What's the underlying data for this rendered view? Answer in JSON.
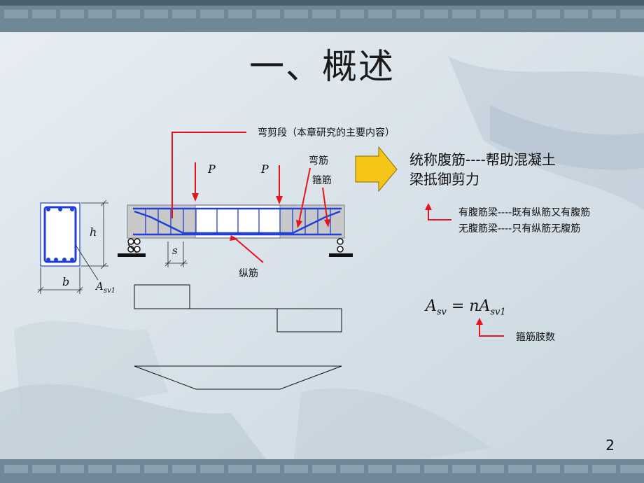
{
  "title": "一、概述",
  "labels": {
    "shear_segment": "弯剪段（本章研究的主要内容）",
    "bent_bar": "弯筋",
    "stirrup": "箍筋",
    "longitudinal_bar": "纵筋",
    "load_p": "P",
    "height": "h",
    "width": "b",
    "spacing": "s",
    "asv1": "A",
    "asv1_sub": "sv1"
  },
  "main_note": {
    "line1": "统称腹筋----帮助混凝土",
    "line2": "梁抵御剪力"
  },
  "side_notes": {
    "with_web": "有腹筋梁----既有纵筋又有腹筋",
    "without_web": "无腹筋梁----只有纵筋无腹筋"
  },
  "formula": {
    "lhs": "A",
    "lhs_sub": "sv",
    "eq": " = nA",
    "rhs_sub": "sv1"
  },
  "formula_note": "箍筋肢数",
  "page_number": "2",
  "colors": {
    "rebar": "#1f3fd8",
    "annotation": "#e8141b",
    "concrete": "#c8c8c8",
    "arrow_fill": "#f5c518"
  }
}
